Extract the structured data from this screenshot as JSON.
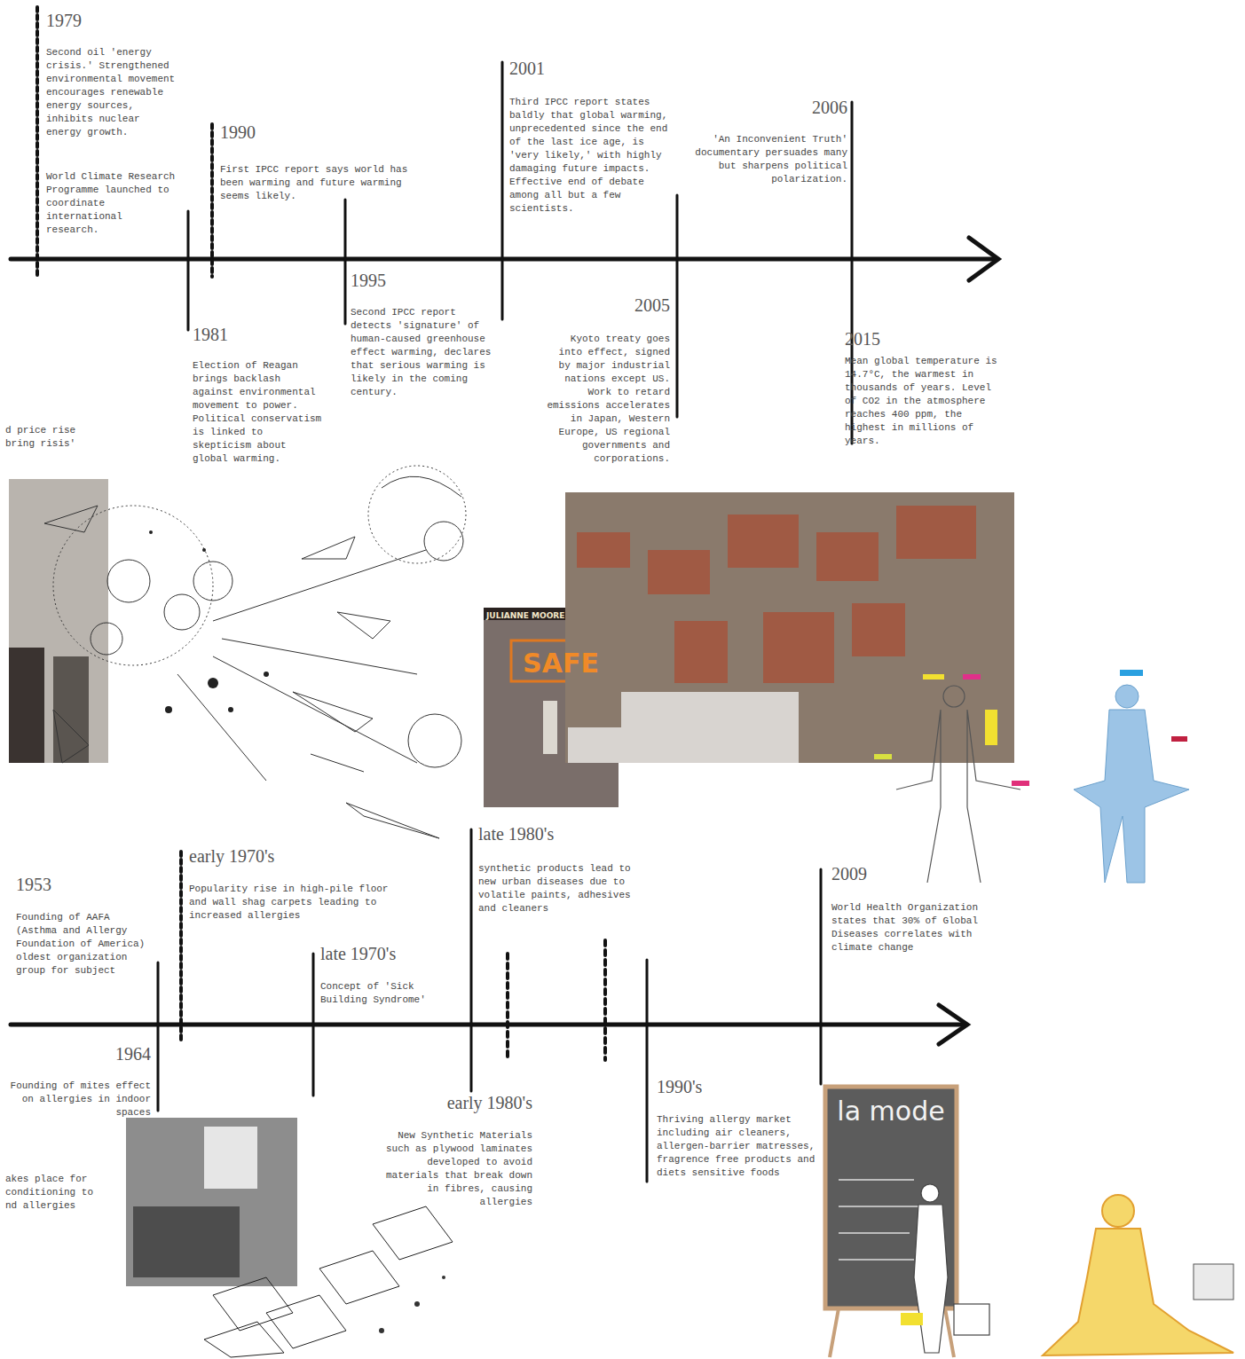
{
  "diagram": {
    "labels": [
      "1979",
      "Second oil 'energy crisis.' Strengthened environmental movement encourages renewable energy sources, inhibits nuclear energy growth.",
      "World Climate Research Programme launched to coordinate international research.",
      "1990",
      "First IPCC report says world has been warming and future warming seems likely.",
      "1981",
      "Election of Reagan brings backlash against environmental movement to power. Political conservatism is linked to skepticism about global warming.",
      "1995",
      "Second IPCC report detects 'signature' of human-caused greenhouse effect warming, declares that serious warming is likely in the coming century.",
      "2001",
      "Third IPCC report states baldly that global warming, unprecedented since the end of the last ice age, is 'very likely,' with highly damaging future impacts. Effective end of debate among all but a few scientists.",
      "2005",
      "Kyoto treaty goes into effect, signed by major industrial nations except US. Work to retard emissions accelerates in Japan, Western Europe, US regional governments and corporations.",
      "2006",
      "'An Inconvenient Truth' documentary persuades many but sharpens political polarization.",
      "2015",
      "Mean global temperature is 14.7°C, the warmest in thousands of years. Level of CO2 in the atmosphere reaches 400 ppm, the highest in millions of years.",
      "d price rise bring risis'",
      "1953",
      "Founding of AAFA (Asthma and Allergy Foundation of America) oldest organization group for subject",
      "early 1970's",
      "Popularity rise in high-pile floor and wall shag carpets leading to increased allergies",
      "1964",
      "Founding of mites effect on allergies in indoor spaces",
      "akes place for conditioning to nd allergies",
      "late 1970's",
      "Concept of 'Sick Building Syndrome'",
      "early 1980's",
      "New Synthetic Materials such as plywood laminates developed to avoid materials that break down in fibres, causing allergies",
      "late 1980's",
      "synthetic products lead to new urban diseases due to volatile paints, adhesives and cleaners",
      "1990's",
      "Thriving allergy market including air cleaners, allergen-barrier matresses, fragrence free products and diets sensitive foods",
      "2009",
      "World Health Organization states that 30% of Global Diseases correlates with climate change",
      "JULIANNE MOORE",
      "SAFE",
      "la mode"
    ]
  }
}
